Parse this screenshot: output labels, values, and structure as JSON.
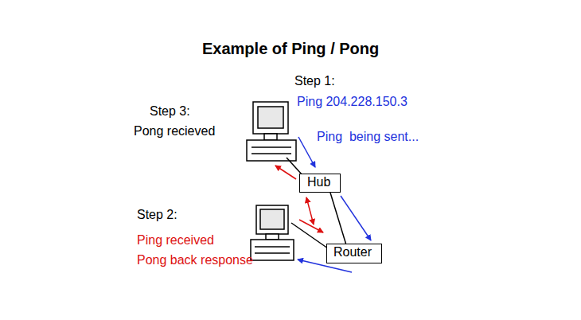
{
  "diagram": {
    "title": "Example of Ping / Pong",
    "nodes": [
      {
        "text": [
          "Hub"
        ]
      },
      {
        "text": [
          "Router"
        ]
      }
    ],
    "edges": [
      {
        "from": 0,
        "to": 1,
        "arrow": "none"
      },
      {
        "from": 0,
        "to": 1,
        "arrow": "to"
      }
    ],
    "labels": [
      "Step 1:",
      "Ping 204.228.150.3",
      "Ping  being sent...",
      "Step 3:",
      "Pong recieved",
      "Step 2:",
      "Ping received",
      "Pong back response"
    ]
  }
}
